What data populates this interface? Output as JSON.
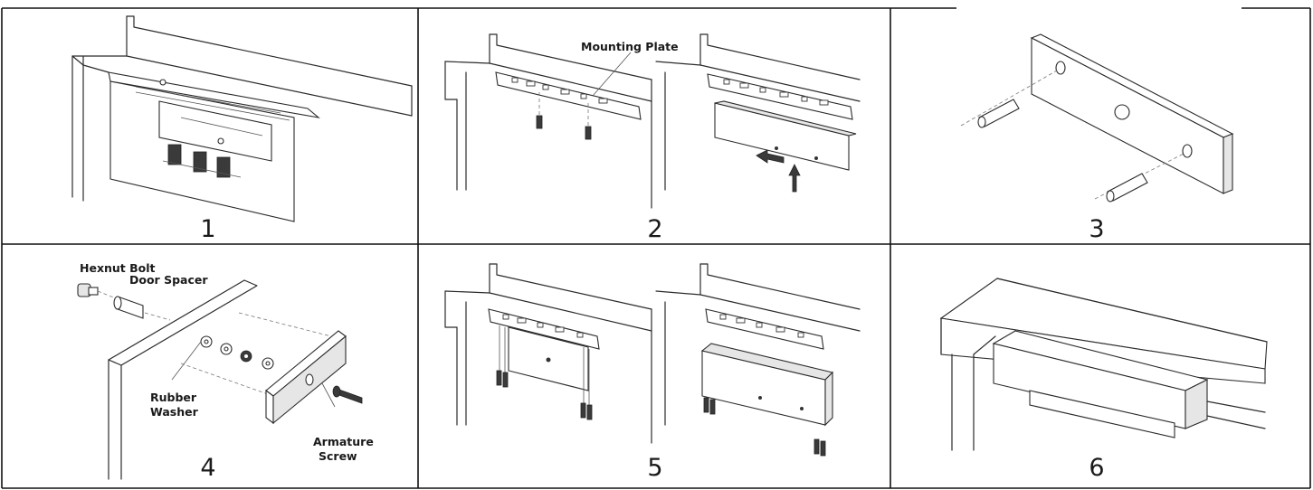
{
  "panels": [
    {
      "number": "1",
      "callouts": []
    },
    {
      "number": "2",
      "callouts": [
        "Mounting Plate"
      ]
    },
    {
      "number": "3",
      "callouts": []
    },
    {
      "number": "4",
      "callouts": [
        "Hexnut Bolt",
        "Door Spacer",
        "Rubber",
        "Washer",
        "Armature",
        "Screw"
      ]
    },
    {
      "number": "5",
      "callouts": []
    },
    {
      "number": "6",
      "callouts": []
    }
  ]
}
